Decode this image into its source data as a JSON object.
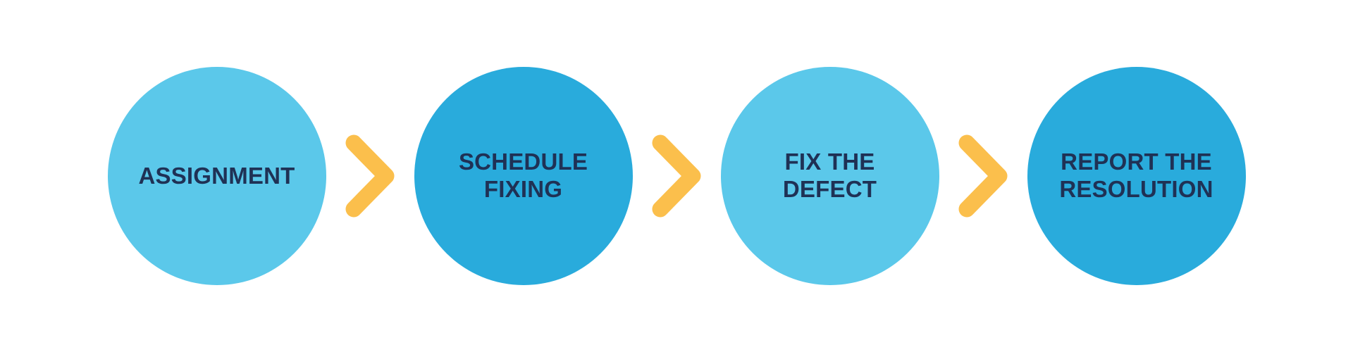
{
  "diagram": {
    "type": "horizontal-process-flow",
    "title": "",
    "background_color": "#ffffff",
    "text_color": "#1f3155",
    "connector_color": "#fbbf4c",
    "connector_icon": "chevron-right-icon",
    "palette": {
      "light_blue": "#5bc8ea",
      "dark_blue": "#29abdc"
    },
    "steps": [
      {
        "index": 1,
        "label": "ASSIGNMENT",
        "fill": "#5bc8ea"
      },
      {
        "index": 2,
        "label": "SCHEDULE\nFIXING",
        "fill": "#29abdc"
      },
      {
        "index": 3,
        "label": "FIX THE\nDEFECT",
        "fill": "#5bc8ea"
      },
      {
        "index": 4,
        "label": "REPORT THE\nRESOLUTION",
        "fill": "#29abdc"
      }
    ],
    "connectors": [
      {
        "index": 1,
        "icon": "chevron-right-icon",
        "color": "#fbbf4c"
      },
      {
        "index": 2,
        "icon": "chevron-right-icon",
        "color": "#fbbf4c"
      },
      {
        "index": 3,
        "icon": "chevron-right-icon",
        "color": "#fbbf4c"
      }
    ]
  }
}
